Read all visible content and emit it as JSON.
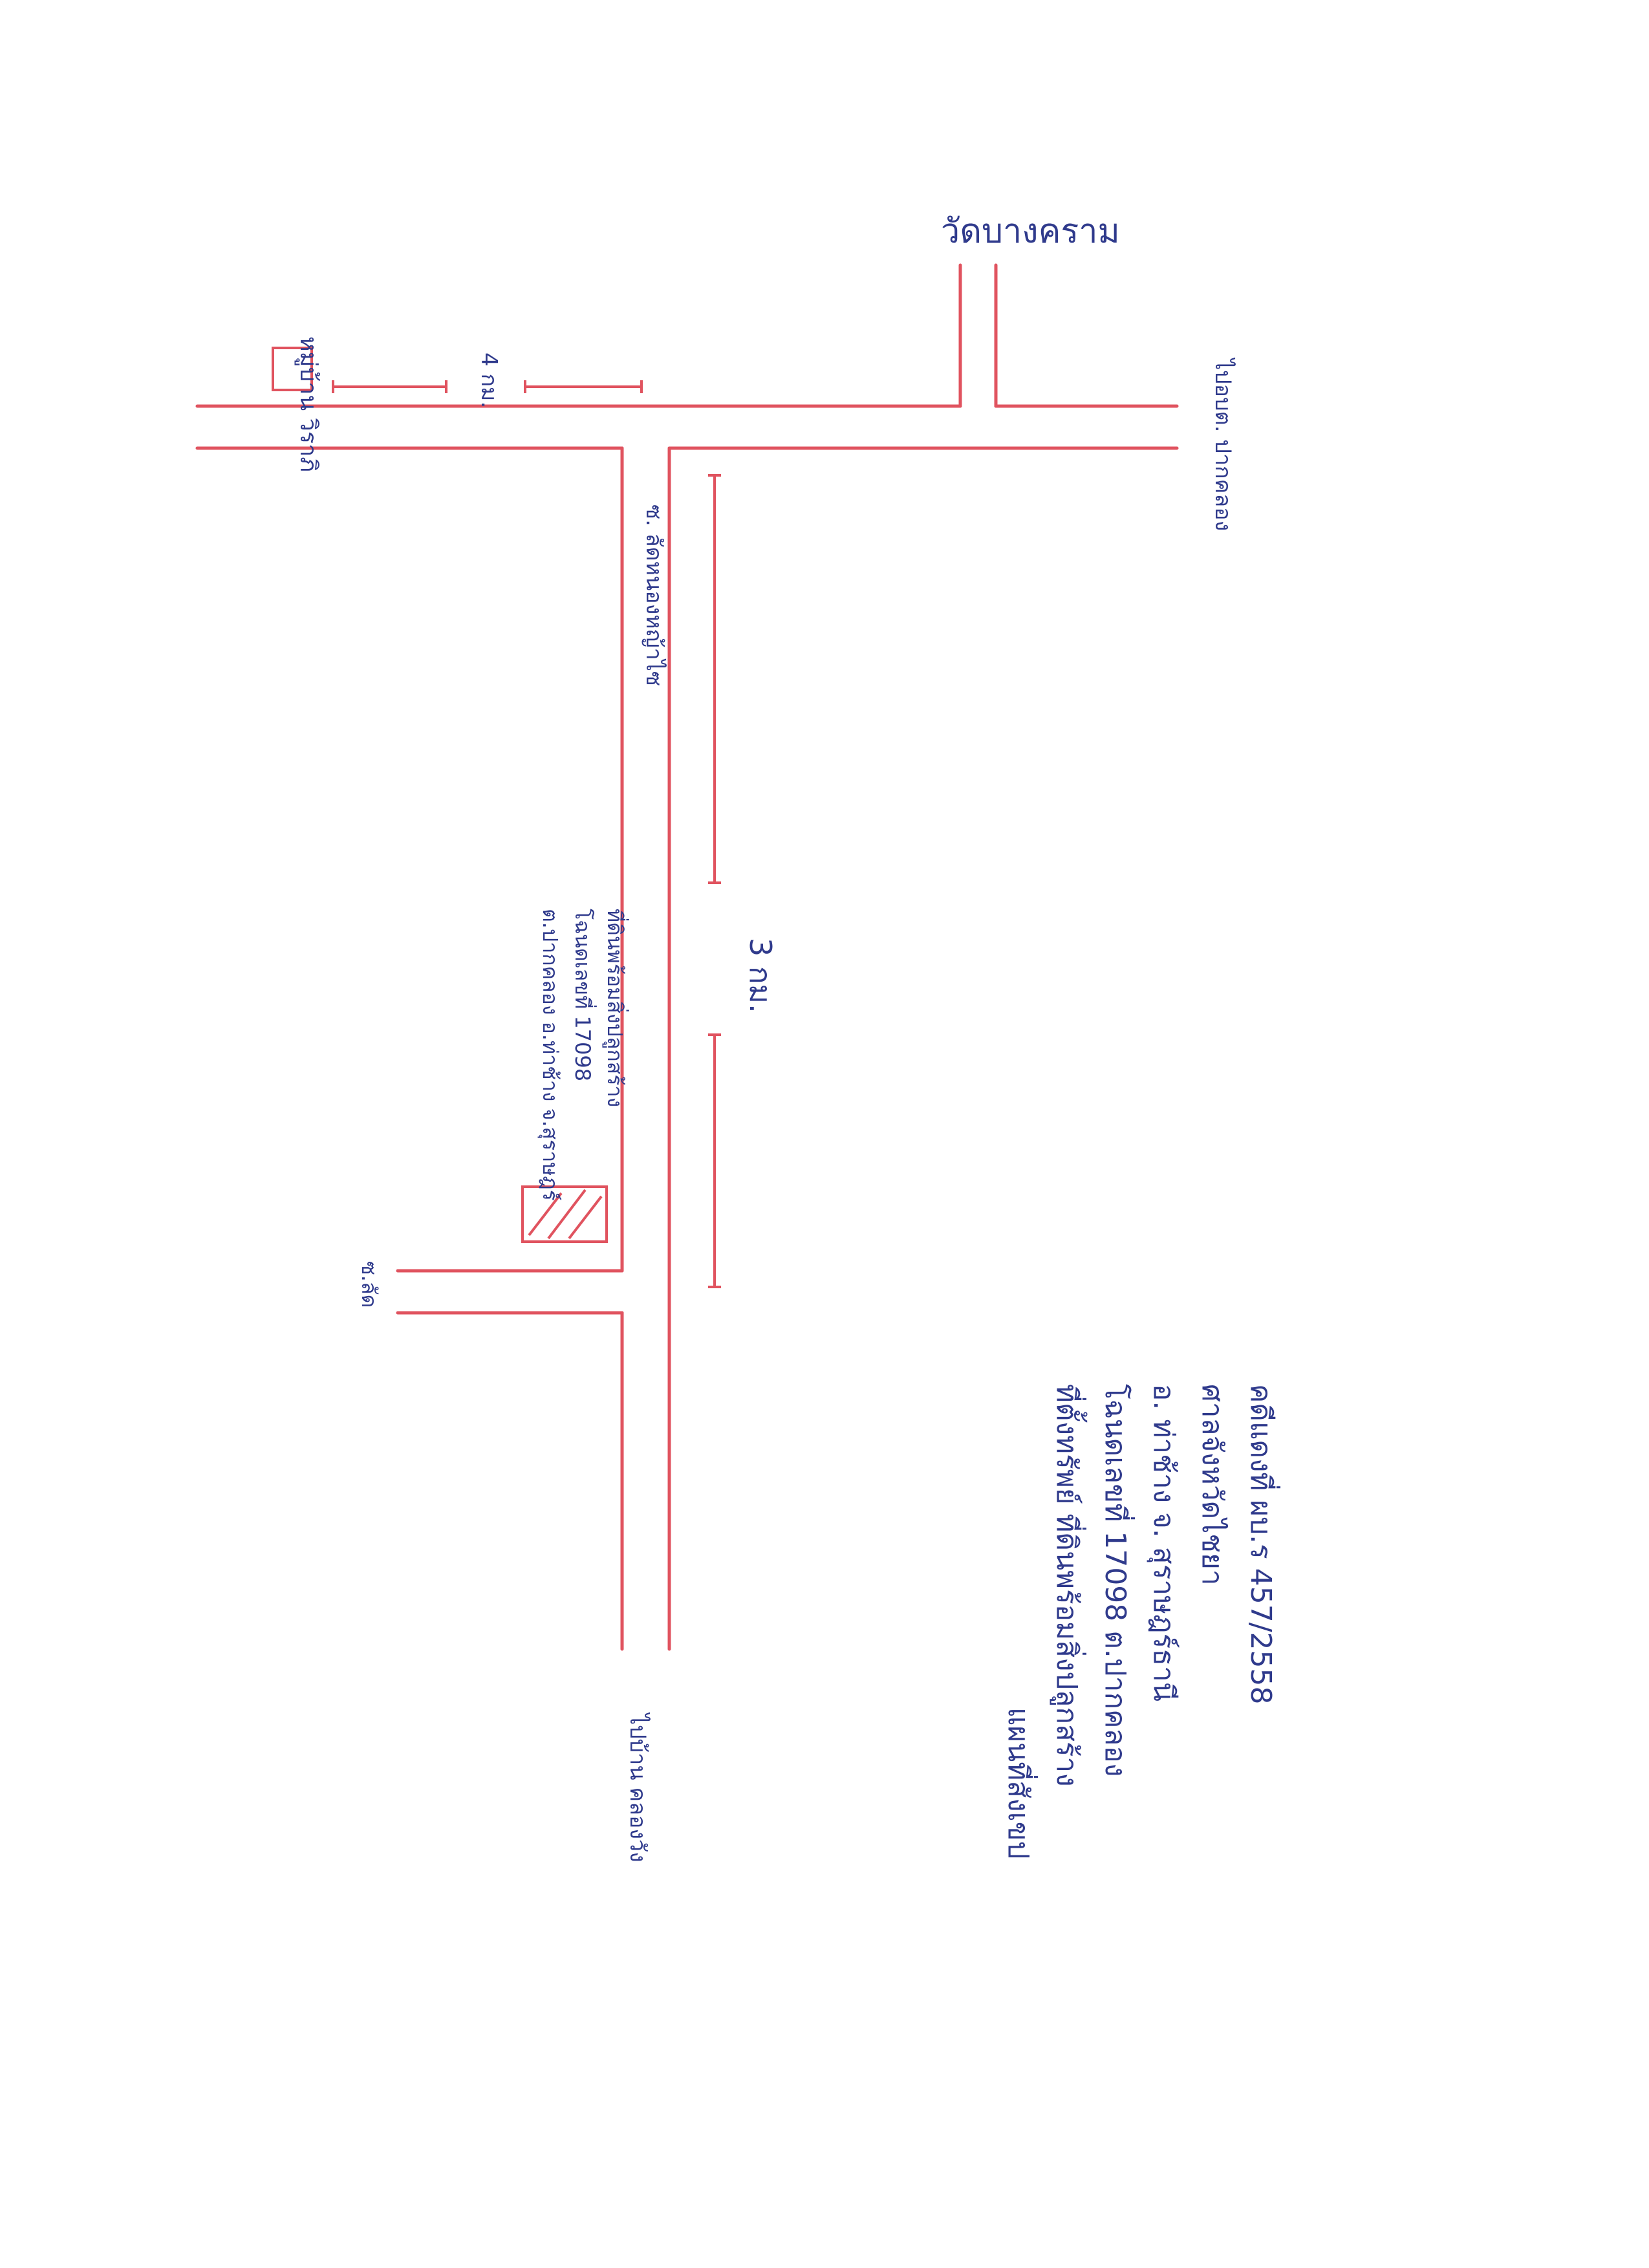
{
  "map": {
    "labels": {
      "wat": "วัดบางคราม",
      "village": "หมู่บ้าน วิราภิ",
      "dist_top": "4 กม.",
      "pwd": "ไปอบต. ปากคลอง",
      "soi_name": "ซ. ลัดหนองหญ้าไซ",
      "dist_side": "3 กม.",
      "soi_short": "ซ.ลัด",
      "to_village": "ไปบ้าน คลองวัง",
      "plot_line1": "ที่ดินพร้อมสิ่งปลูกสร้าง",
      "plot_line2": "โฉนดเลขที่ 17098",
      "plot_line3": "ต.ปากคลอง อ.ท่าช้าง จ.สุราษฎร์"
    },
    "note": {
      "title": "แผนที่สังเขป",
      "line1": "ที่ตั้งทรัพย์ ที่ดินพร้อมสิ่งปลูกสร้าง",
      "line2": "โฉนดเลขที่ 17098 ต.ปากคลอง",
      "line3": "อ. ท่าช้าง จ. สุราษฎร์ธานี",
      "line4": "ศาลจังหวัดไชยา",
      "line5": "คดีแดงที่ ผบ.ร 457/2558"
    }
  }
}
